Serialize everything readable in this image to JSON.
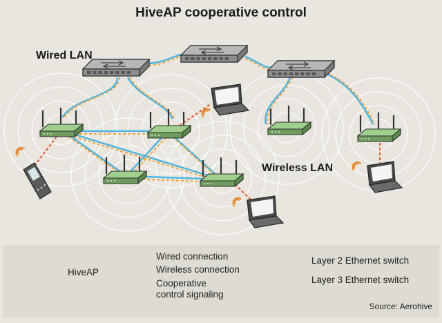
{
  "title": "HiveAP cooperative control",
  "labels": {
    "wired_lan": "Wired LAN",
    "wireless_lan": "Wireless LAN"
  },
  "legend": {
    "hiveap": "HiveAP",
    "wired": "Wired connection",
    "wireless": "Wireless connection",
    "coop_line1": "Cooperative",
    "coop_line2": "control signaling",
    "layer2": "Layer 2 Ethernet switch",
    "layer3": "Layer 3 Ethernet switch"
  },
  "source": "Source: Aerohive",
  "colors": {
    "wired": "#4ab3e0",
    "wireless": "#e2552b",
    "cooperative": "#f0a23a",
    "ap_green": "#9fcf8d",
    "switch_gray": "#b7b7b7"
  }
}
